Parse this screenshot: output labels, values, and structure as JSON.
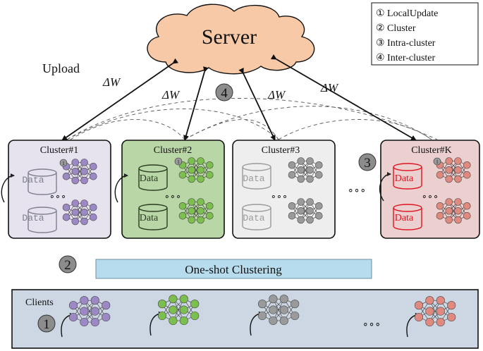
{
  "server": {
    "label": "Server"
  },
  "upload_label": "Upload",
  "delta_label": "ΔW",
  "legend": [
    "① LocalUpdate",
    "② Cluster",
    "③ Intra-cluster",
    "④ Inter-cluster"
  ],
  "clusters": [
    {
      "title": "Cluster#1",
      "data_label": "Data",
      "bg": "#e6e2ee",
      "node": "#9c88c4",
      "data_color": "#7f7f8f"
    },
    {
      "title": "Cluster#2",
      "data_label": "Data",
      "bg": "#b9d7a6",
      "node": "#7cbf4e",
      "data_color": "#2b3a22"
    },
    {
      "title": "Cluster#3",
      "data_label": "Data",
      "bg": "#eeeeee",
      "node": "#9a9a9a",
      "data_color": "#9a9a9a"
    },
    {
      "title": "Cluster#K",
      "data_label": "Data",
      "bg": "#eccfcf",
      "node": "#e0897f",
      "data_color": "#e0141e"
    }
  ],
  "ellipsis": "∘∘∘",
  "step_badges": {
    "one": "1",
    "two": "2",
    "three": "3",
    "four": "4",
    "small": "1"
  },
  "clustering_label": "One-shot Clustering",
  "clients": {
    "label": "Clients",
    "node_colors": [
      "#9c88c4",
      "#7cbf4e",
      "#9a9a9a",
      "#e0897f"
    ]
  },
  "colors": {
    "cloud": "#f7c9a6",
    "bar": "#b7dced",
    "clients_bg": "#cdd7e3",
    "badge": "#8c8c8c"
  }
}
